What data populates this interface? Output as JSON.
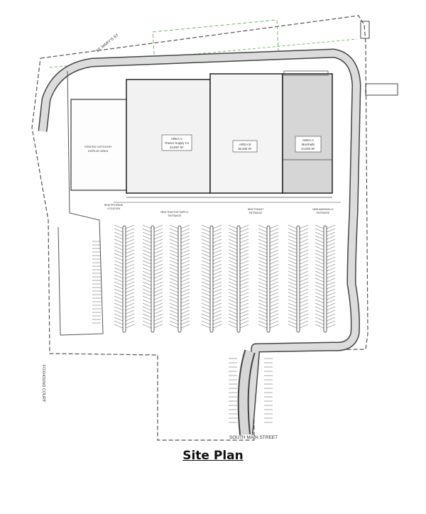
{
  "caption": "Site Plan",
  "plan": {
    "streets": {
      "south": "SOUTH MAIN STREET",
      "west": "FOXHOUND COURT",
      "northwest": "ST. MARY'S ST"
    },
    "areas": [
      {
        "name": "AREA C",
        "tenant": "Tractor Supply Co",
        "sf": "22,897 SF"
      },
      {
        "name": "AREA B",
        "tenant": "",
        "sf": "36,200 SF"
      },
      {
        "name": "AREA A",
        "tenant": "Marshalls",
        "sf": "24,000 SF"
      }
    ],
    "labels": {
      "fenced_outdoor": "FENCED OUTDOOR",
      "display_area": "DISPLAY AREA",
      "new_propane": "NEW PROPANE",
      "location": "LOCATION",
      "new_tractor_supply": "NEW TRACTOR SUPPLY",
      "new_tenant": "NEW TENANT",
      "new_marshalls": "NEW MARSHALLS",
      "entrance": "ENTRANCE"
    }
  }
}
